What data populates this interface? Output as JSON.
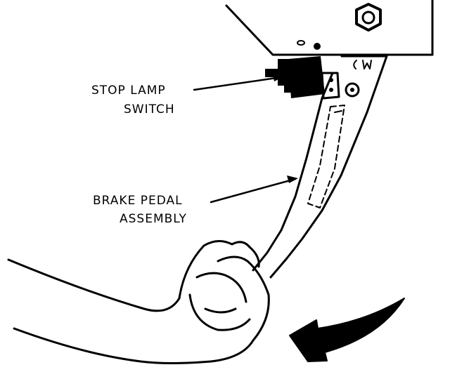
{
  "labels": {
    "stop_lamp_switch": {
      "line1": "STOP LAMP",
      "line2": "SWITCH"
    },
    "brake_pedal_assembly": {
      "line1": "BRAKE PEDAL",
      "line2": "ASSEMBLY"
    }
  },
  "colors": {
    "ink": "#000000",
    "paper": "#ffffff"
  },
  "icons": {
    "direction": "curved-arrow-icon"
  }
}
